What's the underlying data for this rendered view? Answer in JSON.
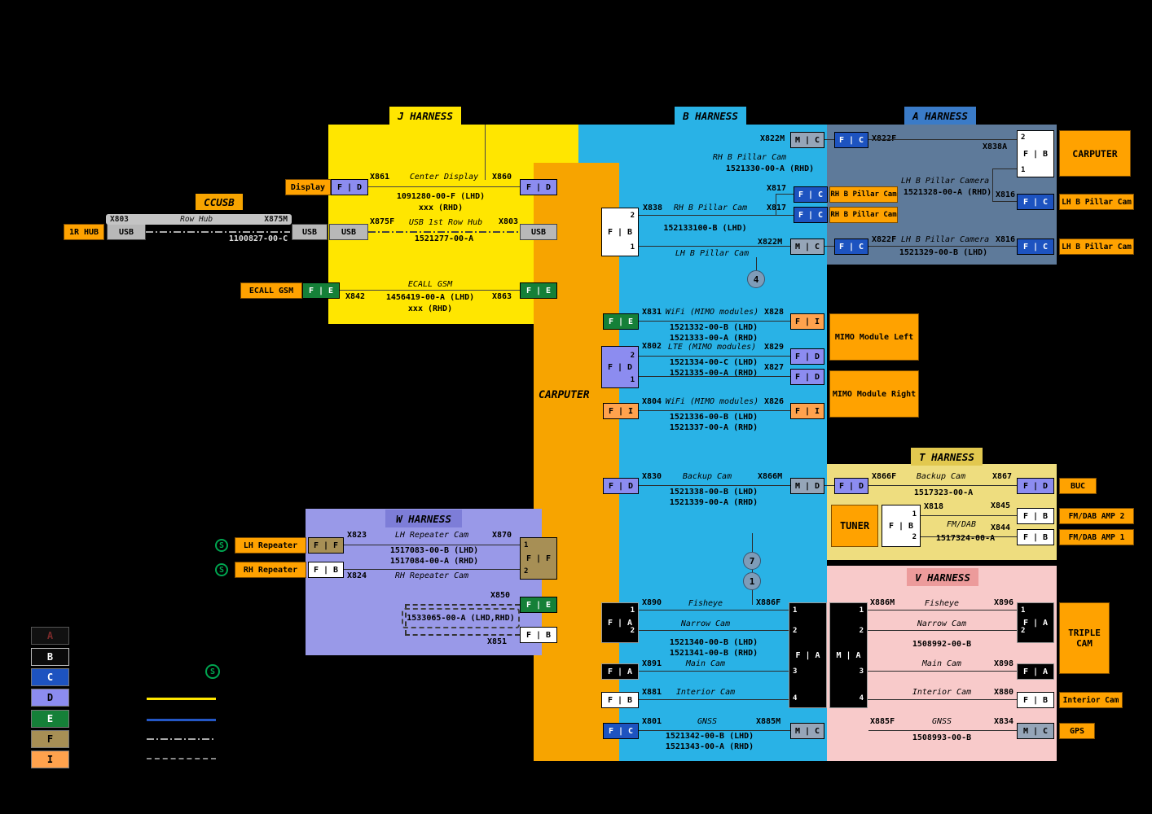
{
  "titles": {
    "ccusb": "CCUSB",
    "j": "J HARNESS",
    "b": "B HARNESS",
    "a": "A HARNESS",
    "t": "T HARNESS",
    "v": "V HARNESS",
    "w": "W HARNESS",
    "carputer_strip": "CARPUTER"
  },
  "colors": {
    "harness_j": "#FFE600",
    "harness_b": "#29B2E6",
    "harness_a_region": "#5E7A9A",
    "harness_a_tab": "#3A7BC8",
    "harness_t_region": "#EEDD7F",
    "harness_t_tab": "#E2C84F",
    "harness_v_region": "#F8CACA",
    "harness_v_tab": "#EC9B9B",
    "harness_w_region": "#9999E8",
    "harness_w_tab": "#7D7DD8",
    "carputer_strip": "#F7A400",
    "device": "#FFA200",
    "conn_a": "#000000",
    "conn_b": "#FFFFFF",
    "conn_c": "#1D53C0",
    "conn_d": "#8C8CF0",
    "conn_e": "#158038",
    "conn_f": "#A78F55",
    "conn_i": "#FFA24D",
    "conn_m": "#95A5B8",
    "s_symbol": "#00A550"
  },
  "ccusb": {
    "hub": "1R HUB",
    "usb1": "USB",
    "usb2": "USB",
    "usb3": "USB",
    "usb4": "USB",
    "x803l": "X803",
    "rowhub": "Row Hub",
    "x875m": "X875M",
    "part1": "1100827-00-C",
    "x875f": "X875F",
    "cable2": "USB 1st Row Hub",
    "part2": "1521277-00-A",
    "x803r": "X803"
  },
  "display": {
    "dev": "Display",
    "cl": "F | D",
    "xl": "X861",
    "cable": "Center Display",
    "xr": "X860",
    "cr": "F | D",
    "p1": "1091280-00-F (LHD)",
    "p2": "xxx (RHD)"
  },
  "ecall": {
    "dev": "ECALL GSM",
    "cl": "F | E",
    "xl": "X842",
    "cable": "ECALL GSM",
    "p1": "1456419-00-A (LHD)",
    "p2": "xxx (RHD)",
    "xr": "X863",
    "cr": "F | E"
  },
  "btop": {
    "x822m1": "X822M",
    "mc1": "M | C",
    "fc1": "F | C",
    "x822f1": "X822F",
    "x838a": "X838A",
    "fbtop": "F | B",
    "fbtop_pin2": "2",
    "fbtop_pin1": "1",
    "cable1": "RH B Pillar Cam",
    "part1": "1521330-00-A (RHD)",
    "x817a": "X817",
    "fc2": "F | C",
    "dev1": "RH B Pillar Cam",
    "x838": "X838",
    "fb": "F | B",
    "pin2": "2",
    "pin1": "1",
    "cable2": "RH B Pillar Cam",
    "x817b": "X817",
    "fc3": "F | C",
    "dev2": "RH B Pillar Cam",
    "part2": "152133100-B (LHD)",
    "cable3": "LH B Pillar Cam",
    "x822m2": "X822M",
    "mc2": "M | C",
    "fc4": "F | C",
    "x822f2": "X822F"
  },
  "aharn": {
    "carputer": "CARPUTER",
    "cable1": "LH B Pillar Camera",
    "part1": "1521328-00-A (RHD)",
    "x816a": "X816",
    "fca": "F | C",
    "deva": "LH B Pillar Cam",
    "cable2": "LH B Pillar Camera",
    "part2": "1521329-00-B (LHD)",
    "x816b": "X816",
    "fcb": "F | C",
    "devb": "LH B Pillar Cam"
  },
  "mimo": {
    "r1": {
      "cl": "F | E",
      "xl": "X831",
      "cable": "WiFi (MIMO modules)",
      "xr": "X828",
      "cr": "F | I",
      "p1": "1521332-00-B (LHD)",
      "p2": "1521333-00-A (RHD)",
      "dev": "MIMO Module Left"
    },
    "r2": {
      "xl": "X802",
      "cl": "F | D",
      "pin2": "2",
      "pin1": "1",
      "cable": "LTE (MIMO modules)",
      "xr1": "X829",
      "cr1": "F | D",
      "p1": "1521334-00-C (LHD)",
      "p2": "1521335-00-A (RHD)",
      "xr2": "X827",
      "cr2": "F | D",
      "dev": "MIMO Module Right"
    },
    "r3": {
      "cl": "F | I",
      "xl": "X804",
      "cable": "WiFi (MIMO modules)",
      "xr": "X826",
      "cr": "F | I",
      "p1": "1521336-00-B (LHD)",
      "p2": "1521337-00-A (RHD)"
    }
  },
  "backup": {
    "cl": "F | D",
    "xl": "X830",
    "cable": "Backup Cam",
    "xm": "X866M",
    "md": "M | D",
    "fd": "F | D",
    "p1": "1521338-00-B (LHD)",
    "p2": "1521339-00-A (RHD)",
    "xf": "X866F",
    "cable2": "Backup Cam",
    "x867": "X867",
    "cr": "F | D",
    "dev": "BUC",
    "p3": "1517323-00-A"
  },
  "tuner": {
    "dev": "TUNER",
    "fb": "F | B",
    "pin1": "1",
    "pin2": "2",
    "x818": "X818",
    "cable": "FM/DAB",
    "p": "1517324-00-A",
    "x845": "X845",
    "fb2": "F | B",
    "dev2": "FM/DAB AMP 2",
    "x844": "X844",
    "fb1": "F | B",
    "dev1": "FM/DAB AMP 1"
  },
  "notes": {
    "n4": "4",
    "n7": "7",
    "n1": "1"
  },
  "cams": {
    "fa_l": "F | A",
    "fa_l_pin1": "1",
    "fa_l_pin2": "2",
    "x890": "X890",
    "fisheye": "Fisheye",
    "x886f": "X886F",
    "bigfa": "F | A",
    "bigma": "M | A",
    "fapins": [
      "1",
      "2",
      "3",
      "4"
    ],
    "mapins": [
      "1",
      "2",
      "3",
      "4"
    ],
    "narrow": "Narrow Cam",
    "p1": "1521340-00-B (LHD)",
    "p2": "1521341-00-B (RHD)",
    "fa_main": "F | A",
    "x891": "X891",
    "main": "Main Cam",
    "fb_int": "F | B",
    "x881": "X881",
    "interior": "Interior Cam",
    "fc_gnss": "F | C",
    "x801": "X801",
    "gnss": "GNSS",
    "x885m": "X885M",
    "mc": "M | C",
    "p3": "1521342-00-B (LHD)",
    "p4": "1521343-00-A (RHD)"
  },
  "vharn": {
    "x886m": "X886M",
    "fisheye": "Fisheye",
    "x896": "X896",
    "fa": "F | A",
    "fa_pin1": "1",
    "fa_pin2": "2",
    "triple1": "TRIPLE",
    "triple2": "CAM",
    "narrow": "Narrow Cam",
    "p1": "1508992-00-B",
    "x898": "X898",
    "fa2": "F | A",
    "main": "Main Cam",
    "x880": "X880",
    "fb": "F | B",
    "interior": "Interior Cam",
    "dev_int": "Interior Cam",
    "x885f": "X885F",
    "gnss": "GNSS",
    "x834": "X834",
    "mc": "M | C",
    "dev_gps": "GPS",
    "p2": "1508993-00-B"
  },
  "wharn": {
    "s1": "S",
    "s2": "S",
    "lh_dev": "LH Repeater",
    "lh_con": "F | F",
    "x823": "X823",
    "lh_cable": "LH Repeater Cam",
    "x870": "X870",
    "p1": "1517083-00-B (LHD)",
    "p2": "1517084-00-A (RHD)",
    "rh_dev": "RH Repeater",
    "rh_con": "F | B",
    "x824": "X824",
    "rh_cable": "RH Repeater Cam",
    "ff": "F | F",
    "ff_pin1": "1",
    "ff_pin2": "2",
    "x850": "X850",
    "fe": "F | E",
    "part": "1533065-00-A (LHD,RHD)",
    "x851": "X851",
    "fb": "F | B"
  },
  "legend": {
    "a": "A",
    "b": "B",
    "c": "C",
    "d": "D",
    "e": "E",
    "f": "F",
    "i": "I",
    "s": "S"
  }
}
